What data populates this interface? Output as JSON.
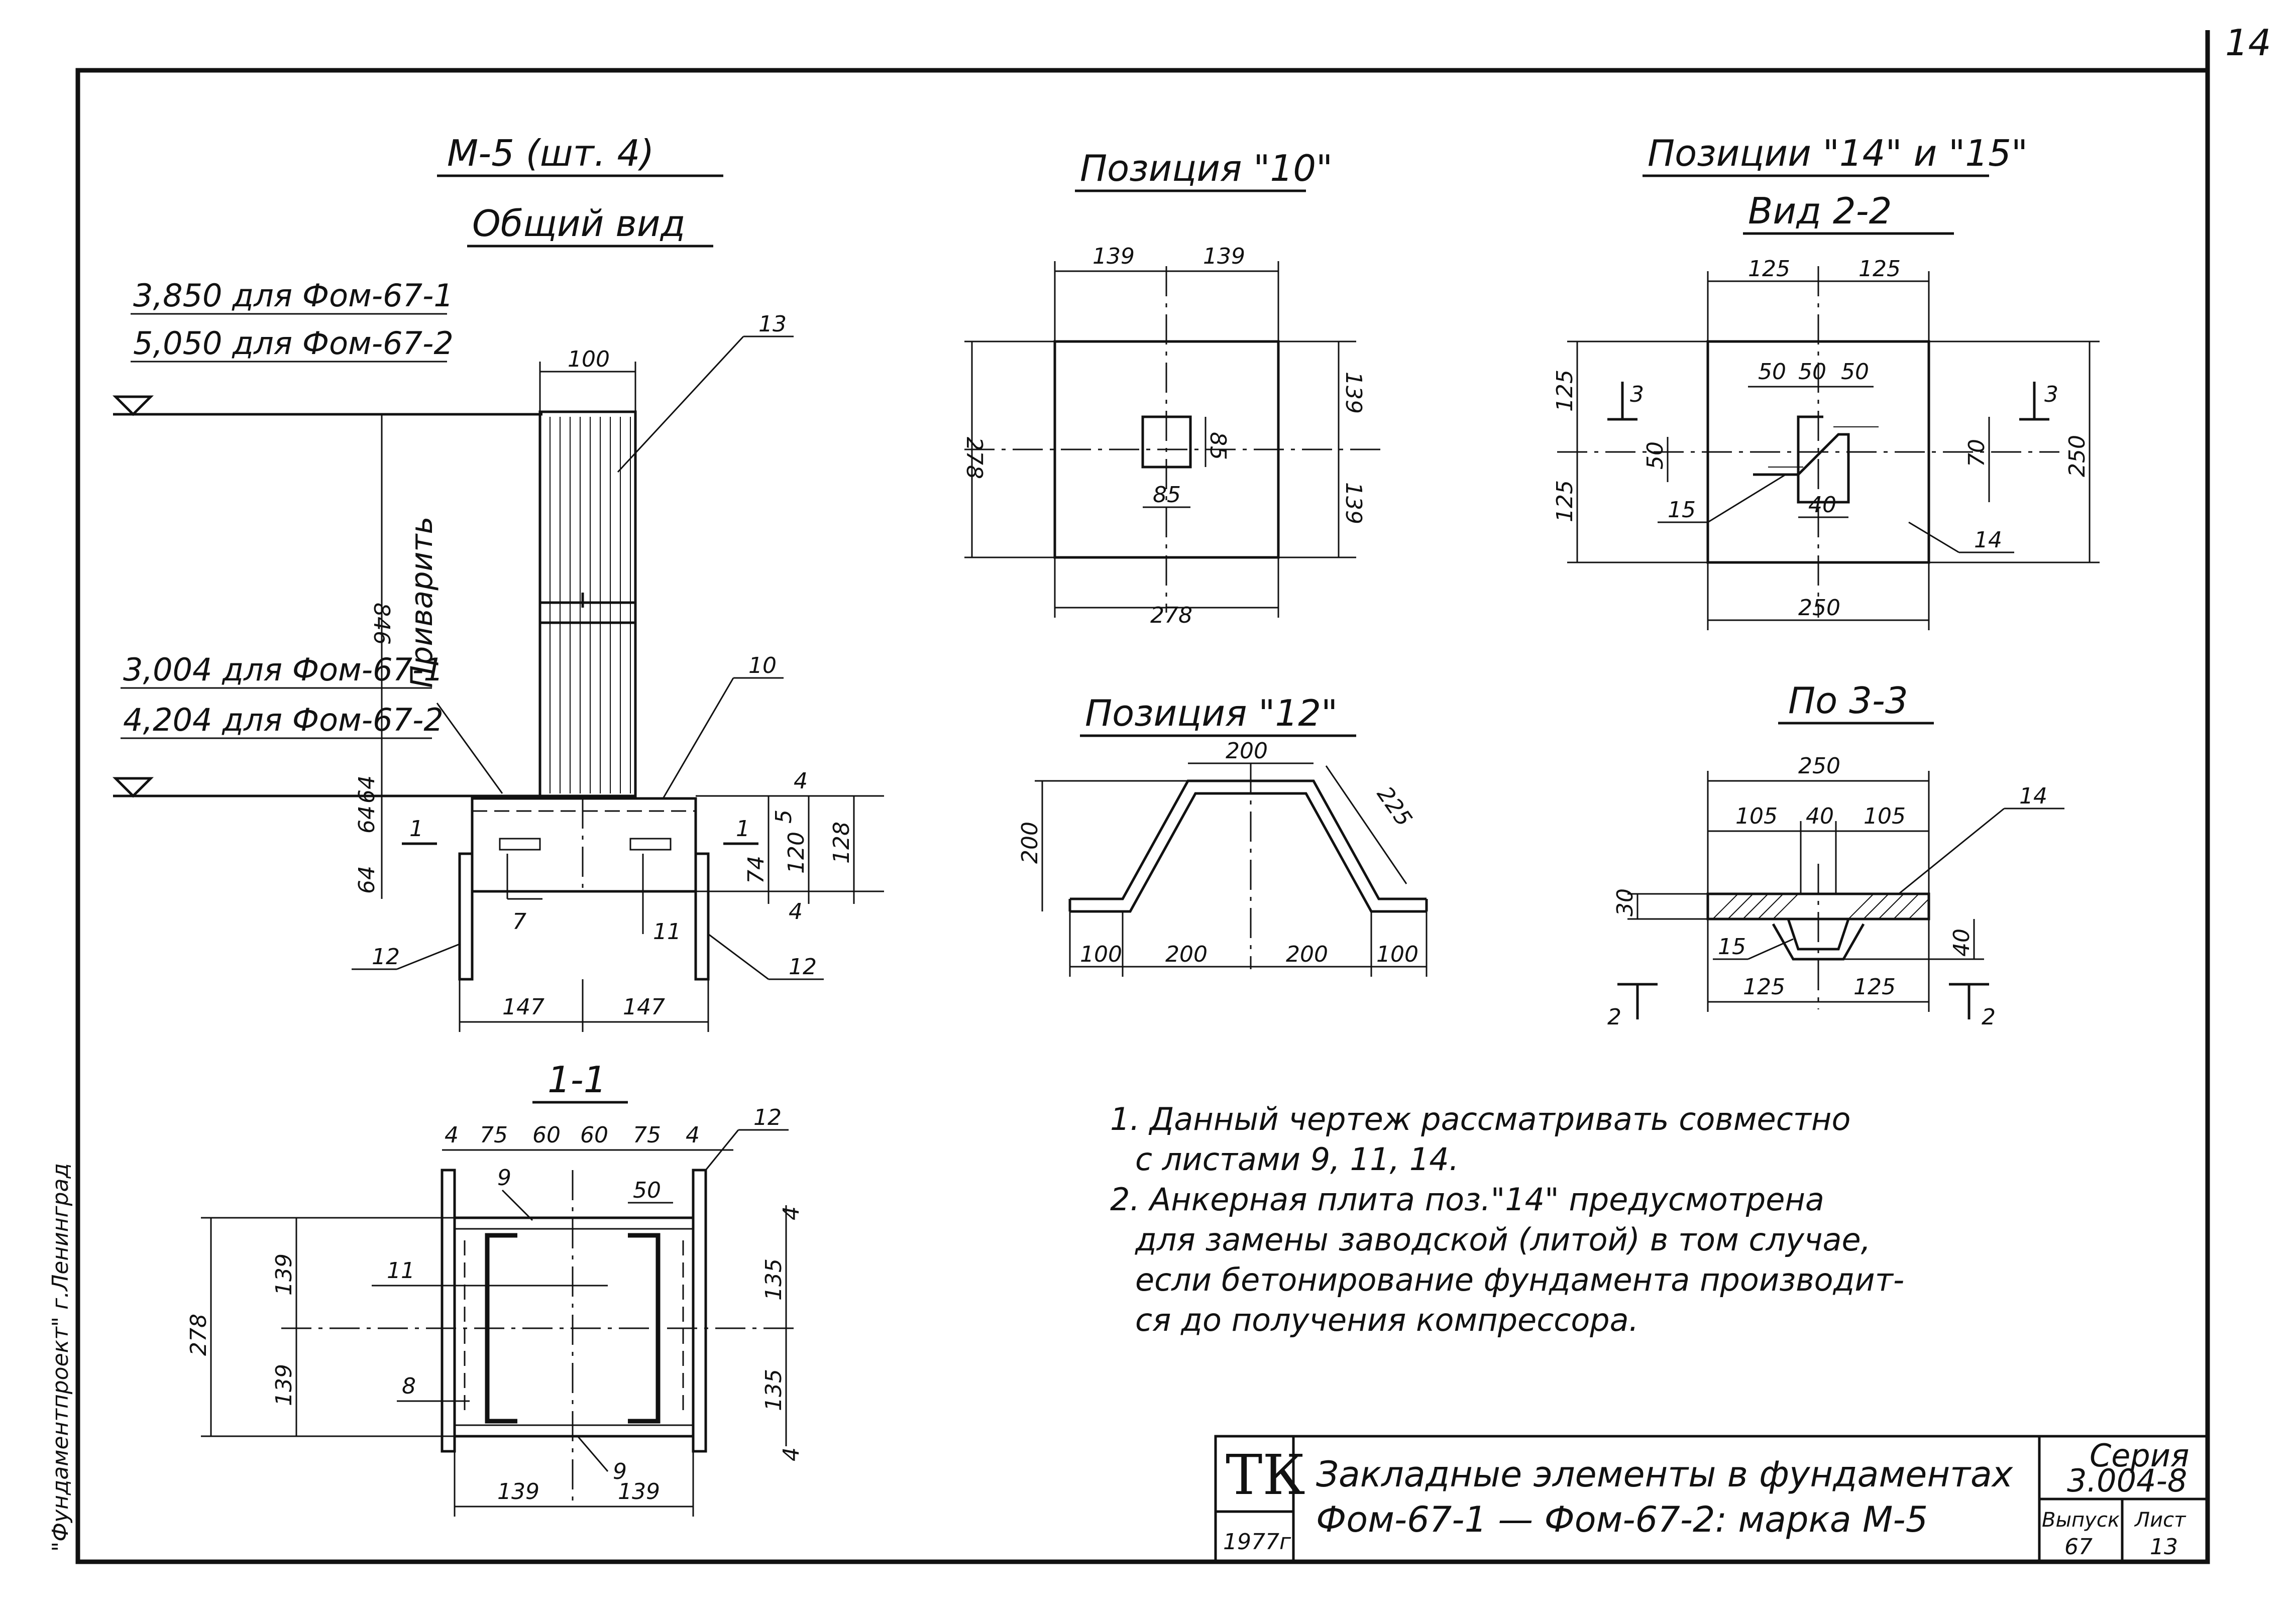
{
  "sheet": {
    "sheet_number": "14",
    "side_label": "\"Фундаментпроект\" г.Ленинград"
  },
  "general_view": {
    "title": "М-5 (шт. 4)",
    "subtitle": "Общий вид",
    "level_top_1": "3,850 для Фом-67-1",
    "level_top_2": "5,050 для Фом-67-2",
    "level_bot_1": "3,004 для Фом-67-1",
    "level_bot_2": "4,204 для Фом-67-2",
    "weld_label": "Приварить",
    "dims": {
      "top_width": "100",
      "height": "846",
      "d64a": "64",
      "d64b": "64",
      "d64c": "64",
      "d4a": "4",
      "d120": "120",
      "d128": "128",
      "d4b": "4",
      "d5": "5",
      "d74": "74",
      "w147a": "147",
      "w147b": "147"
    },
    "callouts": {
      "c13": "13",
      "c10": "10",
      "c7": "7",
      "c11": "11",
      "c12a": "12",
      "c12b": "12",
      "sec1a": "1",
      "sec1b": "1"
    }
  },
  "section_1_1": {
    "title": "1-1",
    "top_dims": [
      "4",
      "75",
      "60",
      "60",
      "75",
      "4"
    ],
    "d50": "50",
    "d4a": "4",
    "d4b": "4",
    "d135a": "135",
    "d135b": "135",
    "d139a": "139",
    "d139b": "139",
    "d278": "278",
    "w139a": "139",
    "w139b": "139",
    "callouts": {
      "c9a": "9",
      "c9b": "9",
      "c11": "11",
      "c8": "8",
      "c12": "12"
    }
  },
  "pos10": {
    "title": "Позиция \"10\"",
    "d139a": "139",
    "d139b": "139",
    "d139c": "139",
    "d139d": "139",
    "d278v": "278",
    "d278h": "278",
    "d85a": "85",
    "d85b": "85"
  },
  "pos12": {
    "title": "Позиция \"12\"",
    "d200top": "200",
    "d225": "225",
    "d200v": "200",
    "b100a": "100",
    "b200a": "200",
    "b200b": "200",
    "b100b": "100"
  },
  "pos14_15": {
    "title": "Позиции \"14\" и \"15\"",
    "subtitle": "Вид 2-2",
    "d125a": "125",
    "d125b": "125",
    "d50a": "50",
    "d50b": "50",
    "d50c": "50",
    "d125v1": "125",
    "d50v": "50",
    "d125v2": "125",
    "d70": "70",
    "d40": "40",
    "d250v": "250",
    "d250h": "250",
    "c15": "15",
    "c14": "14",
    "sec3a": "3",
    "sec3b": "3"
  },
  "section_3_3": {
    "title": "По 3-3",
    "d250": "250",
    "d105a": "105",
    "d40": "40",
    "d105b": "105",
    "d30": "30",
    "d40v": "40",
    "d125a": "125",
    "d125b": "125",
    "c14": "14",
    "c15": "15",
    "sec2a": "2",
    "sec2b": "2"
  },
  "notes": [
    "1. Данный чертеж рассматривать совместно",
    "с листами 9, 11, 14.",
    "2. Анкерная плита поз.\"14\" предусмотрена",
    "для замены заводской (литой) в том случае,",
    "если бетонирование фундамента производит-",
    "ся до получения компрессора."
  ],
  "stamp": {
    "org": "ТК",
    "year": "1977г",
    "title_line1": "Закладные элементы в фундаментах",
    "title_line2": "Фом-67-1 — Фом-67-2: марка М-5",
    "series_label": "Серия",
    "series_value": "3.004-8",
    "issue_label": "Выпуск",
    "issue_value": "67",
    "sheet_label": "Лист",
    "sheet_value": "13"
  }
}
